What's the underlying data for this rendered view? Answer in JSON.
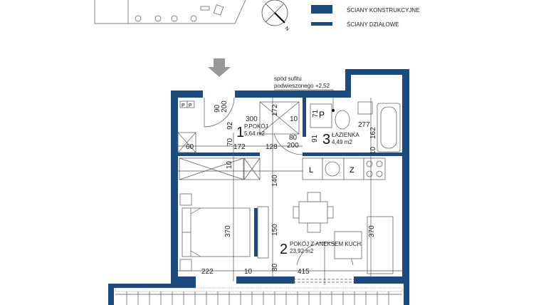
{
  "legend": {
    "structural_walls": "ŚCIANY KONSTRUKCYJNE",
    "partition_walls": "ŚCIANY DZIAŁOWE",
    "wall_color": "#1b4a7c"
  },
  "compass": {
    "north": "N"
  },
  "ceiling_note": {
    "line1": "spód sufitu",
    "line2": "podwieszonego +2,52"
  },
  "rooms": [
    {
      "number": "1",
      "name": "P.POKÓJ",
      "area": "5,64 m2"
    },
    {
      "number": "2",
      "name": "POKÓJ Z ANEKSEM  KUCH.",
      "area": "23,92 m2"
    },
    {
      "number": "3",
      "name": "ŁAZIENKA",
      "area": "4,49 m2"
    }
  ],
  "fixtures": {
    "p1": "P",
    "p2": "P",
    "washer": "P",
    "sink": "L",
    "fridge": "Z"
  },
  "dimensions": {
    "d300": "300",
    "d10a": "10",
    "d172v": "172",
    "d90": "90",
    "d200a": "200",
    "d92": "92",
    "d70": "70",
    "d172": "172",
    "d128": "128",
    "d60": "60",
    "d80": "80",
    "d200b": "200",
    "d71": "71",
    "d91": "91",
    "d277": "277",
    "d162": "162",
    "d10b": "10",
    "d10c": "10",
    "d140": "140",
    "d370a": "370",
    "d150": "150",
    "d370b": "370",
    "d80b": "80",
    "d222": "222",
    "d10d": "10",
    "d415": "415"
  }
}
